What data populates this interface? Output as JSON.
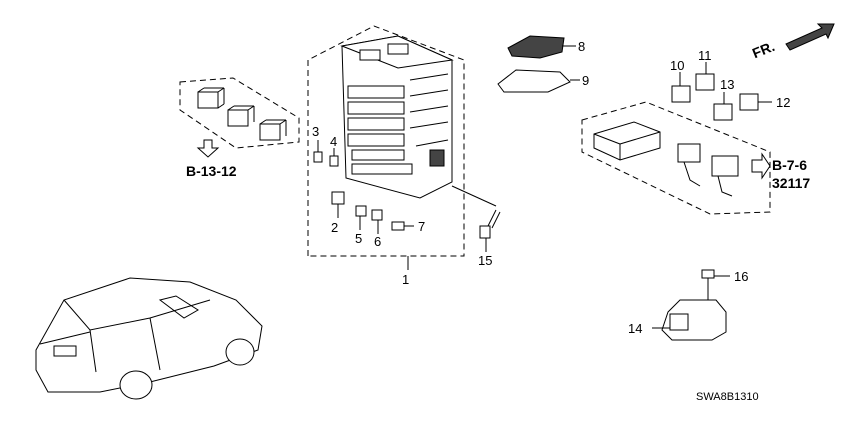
{
  "callouts": {
    "c1": "1",
    "c2": "2",
    "c3": "3",
    "c4": "4",
    "c5": "5",
    "c6": "6",
    "c7": "7",
    "c8": "8",
    "c9": "9",
    "c10": "10",
    "c11": "11",
    "c12": "12",
    "c13": "13",
    "c14": "14",
    "c15": "15",
    "c16": "16"
  },
  "references": {
    "left": "B-13-12",
    "right_top": "B-7-6",
    "right_bottom": "32117"
  },
  "direction": {
    "label": "FR."
  },
  "diagram_code": "SWA8B1310"
}
